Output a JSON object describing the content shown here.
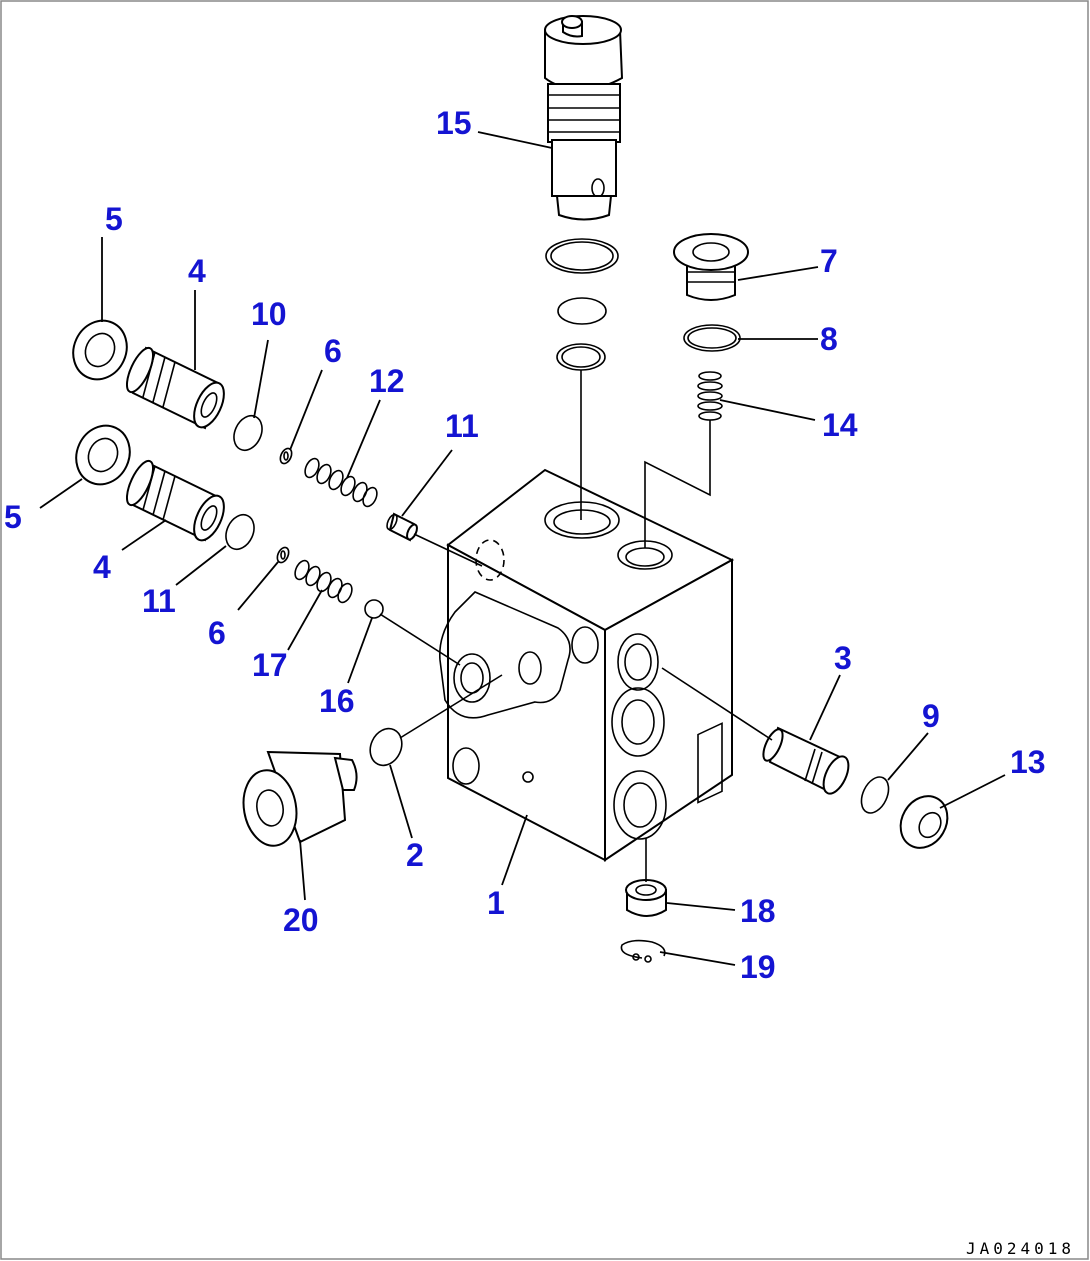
{
  "diagram_code": "JA024018",
  "callouts": [
    {
      "id": "c1",
      "label": "1"
    },
    {
      "id": "c2",
      "label": "2"
    },
    {
      "id": "c3",
      "label": "3"
    },
    {
      "id": "c4a",
      "label": "4"
    },
    {
      "id": "c4b",
      "label": "4"
    },
    {
      "id": "c5a",
      "label": "5"
    },
    {
      "id": "c5b",
      "label": "5"
    },
    {
      "id": "c6a",
      "label": "6"
    },
    {
      "id": "c6b",
      "label": "6"
    },
    {
      "id": "c7",
      "label": "7"
    },
    {
      "id": "c8",
      "label": "8"
    },
    {
      "id": "c9",
      "label": "9"
    },
    {
      "id": "c10",
      "label": "10"
    },
    {
      "id": "c11a",
      "label": "11"
    },
    {
      "id": "c11b",
      "label": "11"
    },
    {
      "id": "c12",
      "label": "12"
    },
    {
      "id": "c13",
      "label": "13"
    },
    {
      "id": "c14",
      "label": "14"
    },
    {
      "id": "c15",
      "label": "15"
    },
    {
      "id": "c16",
      "label": "16"
    },
    {
      "id": "c17",
      "label": "17"
    },
    {
      "id": "c18",
      "label": "18"
    },
    {
      "id": "c19",
      "label": "19"
    },
    {
      "id": "c20",
      "label": "20"
    }
  ]
}
